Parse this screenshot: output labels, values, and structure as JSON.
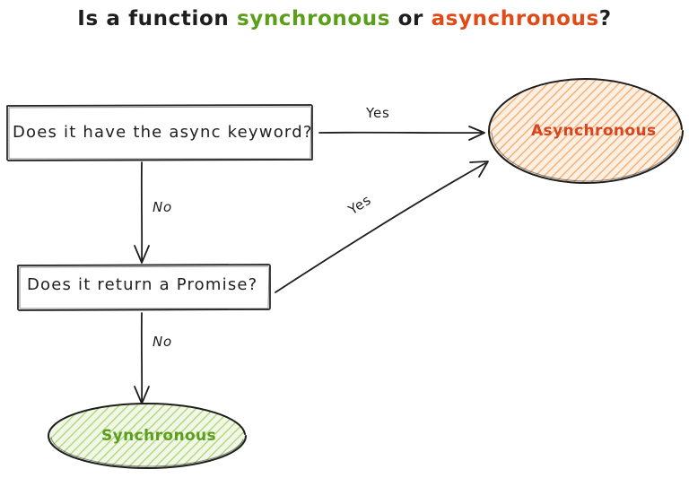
{
  "diagram": {
    "title": {
      "prefix": "Is a function ",
      "sync_word": "synchronous",
      "middle": " or ",
      "async_word": "asynchronous",
      "suffix": "?"
    },
    "background_color": "#ffffff",
    "style": "hand-drawn sketch",
    "nodes": [
      {
        "id": "decision-async-keyword",
        "shape": "rectangle",
        "label": "Does it have the async keyword?",
        "fill": "transparent",
        "stroke": "#1e1e1e"
      },
      {
        "id": "decision-return-promise",
        "shape": "rectangle",
        "label": "Does it return a Promise?",
        "fill": "transparent",
        "stroke": "#1e1e1e"
      },
      {
        "id": "terminal-asynchronous",
        "shape": "ellipse",
        "label": "Asynchronous",
        "fill": "#fde4cd",
        "hatch": "#f0a868",
        "text_color": "#d9441f",
        "stroke": "#1e1e1e"
      },
      {
        "id": "terminal-synchronous",
        "shape": "ellipse",
        "label": "Synchronous",
        "fill": "#e6f2cf",
        "hatch": "#a6cc63",
        "text_color": "#5aa01e",
        "stroke": "#1e1e1e"
      }
    ],
    "edges": [
      {
        "id": "edge-yes-async-keyword",
        "from": "decision-async-keyword",
        "to": "terminal-asynchronous",
        "label": "Yes"
      },
      {
        "id": "edge-no-async-keyword",
        "from": "decision-async-keyword",
        "to": "decision-return-promise",
        "label": "No"
      },
      {
        "id": "edge-yes-return-promise",
        "from": "decision-return-promise",
        "to": "terminal-asynchronous",
        "label": "Yes"
      },
      {
        "id": "edge-no-return-promise",
        "from": "decision-return-promise",
        "to": "terminal-synchronous",
        "label": "No"
      }
    ]
  }
}
